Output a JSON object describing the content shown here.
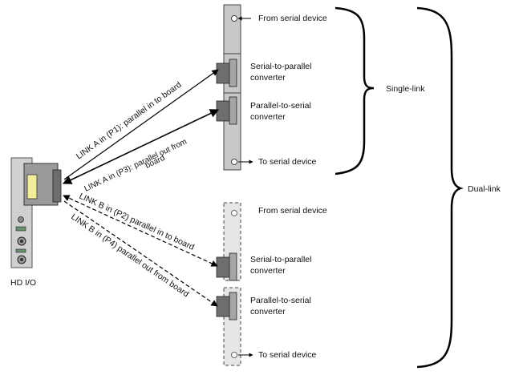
{
  "hd_io": {
    "label": "HD I/O"
  },
  "board1": {
    "from_label": "From serial device",
    "converter_a_label": [
      "Serial-to-parallel",
      "converter"
    ],
    "converter_b_label": [
      "Parallel-to-serial",
      "converter"
    ],
    "to_label": "To serial device"
  },
  "board2": {
    "from_label": "From serial device",
    "converter_a_label": [
      "Serial-to-parallel",
      "converter"
    ],
    "converter_b_label": [
      "Parallel-to-serial",
      "converter"
    ],
    "to_label": "To serial device"
  },
  "braces": {
    "single": "Single-link",
    "dual": "Dual-link"
  },
  "links": {
    "p1": "LINK A in (P1): parallel in to board",
    "p3": [
      "LINK A in (P3): parallel out from",
      "board"
    ],
    "p2": "LINK B in (P2) parallel in to board",
    "p4": "LINK B in (P4) parallel out from board"
  },
  "colors": {
    "board_solid": "#c8c8c8",
    "board_dashed": "#e6e6e6",
    "connector_dark": "#6e6e6e",
    "connector_light": "#a5a5a5",
    "hd_panel": "#d0d0d0",
    "hd_window": "#f4ee9a",
    "line": "#000000"
  }
}
